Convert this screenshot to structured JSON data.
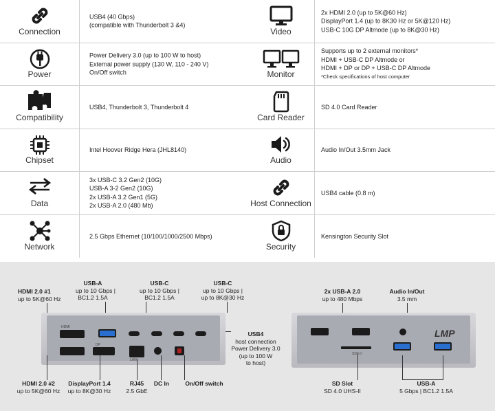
{
  "specs_left": [
    {
      "label": "Connection",
      "icon": "link-icon",
      "lines": [
        "USB4 (40 Gbps)",
        "(compatible with Thunderbolt 3 &4)"
      ]
    },
    {
      "label": "Power",
      "icon": "power-plug-icon",
      "lines": [
        "Power Delivery 3.0 (up to 100 W to host)",
        "External power supply (130 W, 110 - 240 V)",
        "On/Off switch"
      ]
    },
    {
      "label": "Compatibility",
      "icon": "puzzle-icon",
      "lines": [
        "USB4,  Thunderbolt 3, Thunderbolt 4"
      ]
    },
    {
      "label": "Chipset",
      "icon": "chip-icon",
      "lines": [
        "Intel Hoover Ridge Hera (JHL8140)"
      ]
    },
    {
      "label": "Data",
      "icon": "swap-arrows-icon",
      "lines": [
        "3x USB-C 3.2 Gen2 (10G)",
        "USB-A 3-2 Gen2 (10G)",
        "2x USB-A 3.2 Gen1 (5G)",
        "2x USB-A 2.0 (480 Mb)"
      ]
    },
    {
      "label": "Network",
      "icon": "network-icon",
      "lines": [
        "2.5 Gbps Ethernet (10/100/1000/2500 Mbps)"
      ]
    }
  ],
  "specs_right": [
    {
      "label": "Video",
      "icon": "monitor-icon",
      "lines": [
        "2x HDMI 2.0 (up to 5K@60 Hz)",
        "DisplayPort 1.4 (up to 8K30 Hz or 5K@120 Hz)",
        "USB-C 10G DP Altmode (up to 8K@30 Hz)"
      ]
    },
    {
      "label": "Monitor",
      "icon": "dual-monitor-icon",
      "lines": [
        "Supports up to 2 external monitors*",
        "HDMI + USB-C DP Altmode or",
        "HDMI + DP or DP + USB-C DP Altmode"
      ],
      "note": "*Check specifications of host computer"
    },
    {
      "label": "Card Reader",
      "icon": "sd-card-icon",
      "lines": [
        "SD 4.0 Card Reader"
      ]
    },
    {
      "label": "Audio",
      "icon": "speaker-icon",
      "lines": [
        "Audio In/Out 3.5mm Jack"
      ]
    },
    {
      "label": "Host Connection",
      "icon": "link-icon",
      "lines": [
        "USB4 cable (0.8 m)"
      ]
    },
    {
      "label": "Security",
      "icon": "lock-shield-icon",
      "lines": [
        "Kensington Security Slot"
      ]
    }
  ],
  "ports": {
    "hdmi1": {
      "title": "HDMI 2.0 #1",
      "sub": "up to 5K@60 Hz"
    },
    "usba_front": {
      "title": "USB-A",
      "sub1": "up to 10 Gbps |",
      "sub2": "BC1.2 1.5A"
    },
    "usbc_1": {
      "title": "USB-C",
      "sub1": "up to 10 Gbps |",
      "sub2": "BC1.2 1.5A"
    },
    "usbc_2": {
      "title": "USB-C",
      "sub1": "up to 10 Gbps |",
      "sub2": "up to 8K@30 Hz"
    },
    "usb4": {
      "title": "USB4",
      "sub1": "host connection",
      "sub2": "Power Delivery 3.0",
      "sub3": "(up to 100 W",
      "sub4": "to host)"
    },
    "hdmi2": {
      "title": "HDMI 2.0 #2",
      "sub": "up to 5K@60 Hz"
    },
    "displayport": {
      "title": "DisplayPort 1.4",
      "sub": "up to 8K@30 Hz"
    },
    "rj45": {
      "title": "RJ45",
      "sub": "2.5 GbE"
    },
    "dcin": {
      "title": "DC In"
    },
    "onoff": {
      "title": "On/Off switch"
    },
    "usba2": {
      "title": "2x USB-A 2.0",
      "sub": "up to 480 Mbps"
    },
    "audio": {
      "title": "Audio In/Out",
      "sub": "3.5 mm"
    },
    "sdslot": {
      "title": "SD Slot",
      "sub": "SD 4.0 UHS-II"
    },
    "usba_back": {
      "title": "USB-A",
      "sub": "5 Gbps | BC1.2 1.5A"
    }
  },
  "device_tags": {
    "hdmi": "HDMI",
    "dp": "DP",
    "rj45": "LAN",
    "sd": "SD4.0"
  },
  "logo": "LMP",
  "colors": {
    "usb_blue": "#2a6fd0",
    "panel_bg": "#e6e6e6",
    "divider": "#cfcfcf"
  }
}
